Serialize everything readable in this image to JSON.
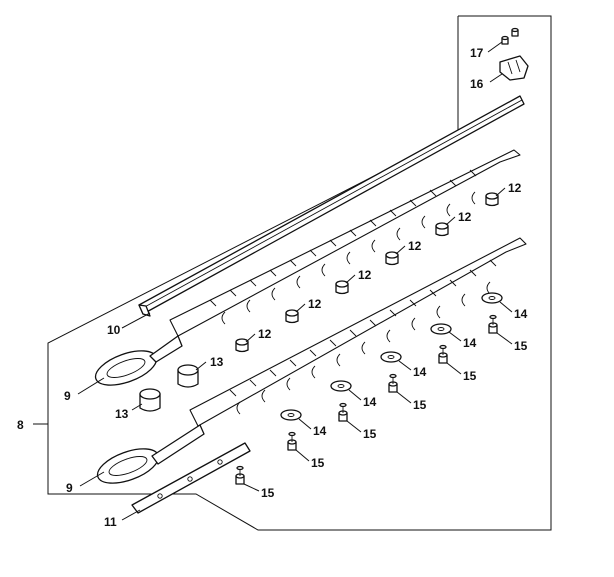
{
  "labels": {
    "l8": "8",
    "l9a": "9",
    "l9b": "9",
    "l10": "10",
    "l11": "11",
    "l12": "12",
    "l13": "13",
    "l14": "14",
    "l15": "15",
    "l16": "16",
    "l17": "17"
  }
}
